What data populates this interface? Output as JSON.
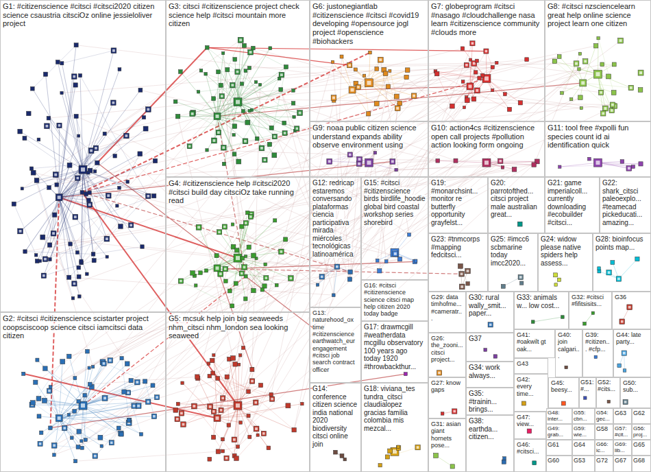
{
  "diagram": {
    "nodes": [
      {
        "text": [
          "G1: #citizenscience #citsci #citsci2020 citizen science csaustria citsciOz online jessieloliver project"
        ]
      },
      {
        "text": [
          "G2: #citsci #citizenscience scistarter project coopsciscoop science citsci iamcitsci data citizen"
        ]
      },
      {
        "text": [
          "G3: citsci #citizenscience project check science help #citsci mountain more citizen"
        ]
      },
      {
        "text": [
          "G4: #citizenscience help #citsci2020 #citsci build day citsciOz take running read"
        ]
      },
      {
        "text": [
          "G5: mcsuk help join big seaweeds nhm_citsci nhm_london sea looking seaweed"
        ]
      },
      {
        "text": [
          "G6: justonegiantlab #citizenscience #citsci #covid19 developing #opensource jogl project #openscience #biohackers"
        ]
      },
      {
        "text": [
          "G7: globeprogram #citsci #nasago #cloudchallenge nasa learn #citizenscience community #clouds more"
        ]
      },
      {
        "text": [
          "G8: #citsci nzsciencelearn great help online science project learn one citizen"
        ]
      },
      {
        "text": [
          "G9: noaa public citizen science understand expands ability observe environment using"
        ]
      },
      {
        "text": [
          "G10: action4cs #citizenscience open call projects #pollution action looking form ongoing"
        ]
      },
      {
        "text": [
          "G11: tool free #xpolli fun species count id ai identification quick"
        ]
      },
      {
        "text": [
          "G12: redricap estaremos conversando plataformas ciencia participativa mirada miércoles tecnológicas latinoamérica"
        ]
      },
      {
        "text": [
          "G13: naturehood_ox time #citizenscience earthwatch_eur engagement #citsci job search contract officer"
        ]
      },
      {
        "text": [
          "G14: conference citizen science india national 2020 biodiversity citsci online join"
        ]
      },
      {
        "text": [
          "G15: #citsci #citizenscience birds birdlife_hoodie global bird coastal workshop series shorebird"
        ]
      },
      {
        "text": [
          "G16: #citsci #citizenscience science citsci map help citizen 2020 today badge"
        ]
      },
      {
        "text": [
          "G17: drawmcgill #weatherdata mcgillu observatory 100 years ago today 1920 #throwbackthur..."
        ]
      },
      {
        "text": [
          "G18: viviana_tes tundra_citsci claudialopez gracias familia colombia mis mezcal..."
        ]
      },
      {
        "text": [
          "G19: #monarchsint... monitor re butterfly opportunity grayfelst..."
        ]
      },
      {
        "text": [
          "G20: parrotofthed... citsci project male australian great..."
        ]
      },
      {
        "text": [
          "G21: game imperialcoll... currently downloading #ecobuilder #citsci..."
        ]
      },
      {
        "text": [
          "G22: shark_citsci paleoexplo... #teamecad pickeducati... amazing..."
        ]
      },
      {
        "text": [
          "G23: #tnmcorps #mapping fedcitsci..."
        ]
      },
      {
        "text": [
          "G25: #imcc6 scbmarine today imcc2020..."
        ]
      },
      {
        "text": [
          "G24: widow please native spiders help assess..."
        ]
      },
      {
        "text": [
          "G28: bioinfocus points map..."
        ]
      },
      {
        "text": [
          "G29: data timhofme... #cameratr..."
        ]
      },
      {
        "text": [
          "G30: rural wally_smit... paper..."
        ]
      },
      {
        "text": [
          "G33: animals w... low cost..."
        ]
      },
      {
        "text": [
          "G32: #citsci #fifitsisits..."
        ]
      },
      {
        "text": [
          "G36"
        ]
      },
      {
        "text": [
          "G26: the_zooni... citsci project..."
        ]
      },
      {
        "text": [
          "G27: know gaps"
        ]
      },
      {
        "text": [
          "G31: asian giant hornets pose..."
        ]
      },
      {
        "text": [
          "G37"
        ]
      },
      {
        "text": [
          "G34: work always..."
        ]
      },
      {
        "text": [
          "G35: #trainin... brings..."
        ]
      },
      {
        "text": [
          "G38: earthda... citizen..."
        ]
      },
      {
        "text": [
          "G41: #oakwilt gt oak..."
        ]
      },
      {
        "text": [
          "G40: join calgari..."
        ]
      },
      {
        "text": [
          "G39: #citizen... #cfp..."
        ]
      },
      {
        "text": [
          "G44: late party..."
        ]
      },
      {
        "text": [
          "G43"
        ]
      },
      {
        "text": [
          "G42: every time..."
        ]
      },
      {
        "text": [
          "G47: view..."
        ]
      },
      {
        "text": [
          "G46: #citsci..."
        ]
      },
      {
        "text": [
          "G45: beesy..."
        ]
      },
      {
        "text": [
          "G51: #..."
        ]
      },
      {
        "text": [
          "G52: #cits..."
        ]
      },
      {
        "text": [
          "G50: sub..."
        ]
      },
      {
        "text": [
          "G48: inter..."
        ]
      },
      {
        "text": [
          "G55: cbn..."
        ]
      },
      {
        "text": [
          "G54: gec..."
        ]
      },
      {
        "text": [
          "G63"
        ]
      },
      {
        "text": [
          "G62"
        ]
      },
      {
        "text": [
          "G49: grab..."
        ]
      },
      {
        "text": [
          "G59: wie..."
        ]
      },
      {
        "text": [
          "G58"
        ]
      },
      {
        "text": [
          "G57: #cit..."
        ]
      },
      {
        "text": [
          "G56: proj..."
        ]
      },
      {
        "text": [
          "G61"
        ]
      },
      {
        "text": [
          "G64"
        ]
      },
      {
        "text": [
          "G66: ic..."
        ]
      },
      {
        "text": [
          "G69: lib..."
        ]
      },
      {
        "text": [
          "G65"
        ]
      },
      {
        "text": [
          "G60"
        ]
      },
      {
        "text": [
          "G53"
        ]
      },
      {
        "text": [
          "G72"
        ]
      },
      {
        "text": [
          "G67"
        ]
      },
      {
        "text": [
          "G68"
        ]
      }
    ]
  }
}
